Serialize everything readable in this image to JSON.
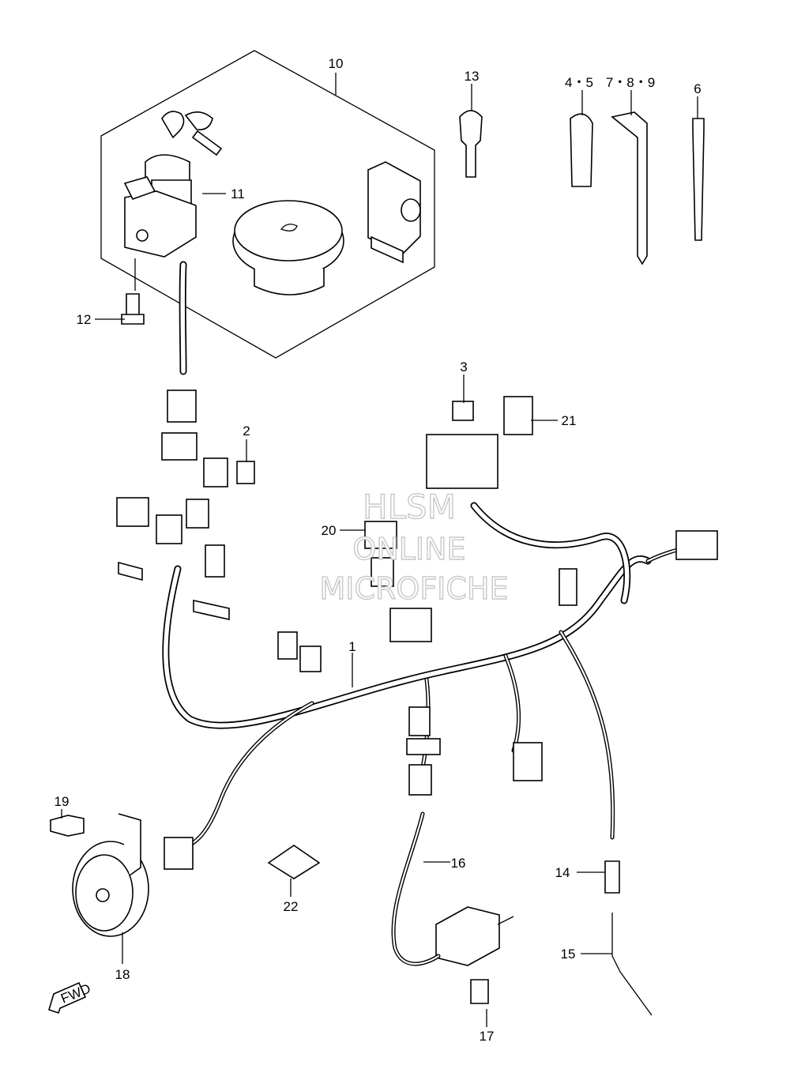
{
  "watermark": {
    "line1": "HLSM",
    "line2": "ONLINE",
    "line3": "MICROFICHE"
  },
  "callouts": {
    "c1": "1",
    "c2": "2",
    "c3": "3",
    "c4": "4・5",
    "c6": "6",
    "c7": "7・8・9",
    "c10": "10",
    "c11": "11",
    "c12": "12",
    "c13": "13",
    "c14": "14",
    "c15": "15",
    "c16": "16",
    "c17": "17",
    "c18": "18",
    "c19": "19",
    "c20": "20",
    "c21": "21",
    "c22": "22"
  },
  "fwd_arrow": {
    "label": "FWD",
    "icon": "fwd-arrow-icon"
  }
}
